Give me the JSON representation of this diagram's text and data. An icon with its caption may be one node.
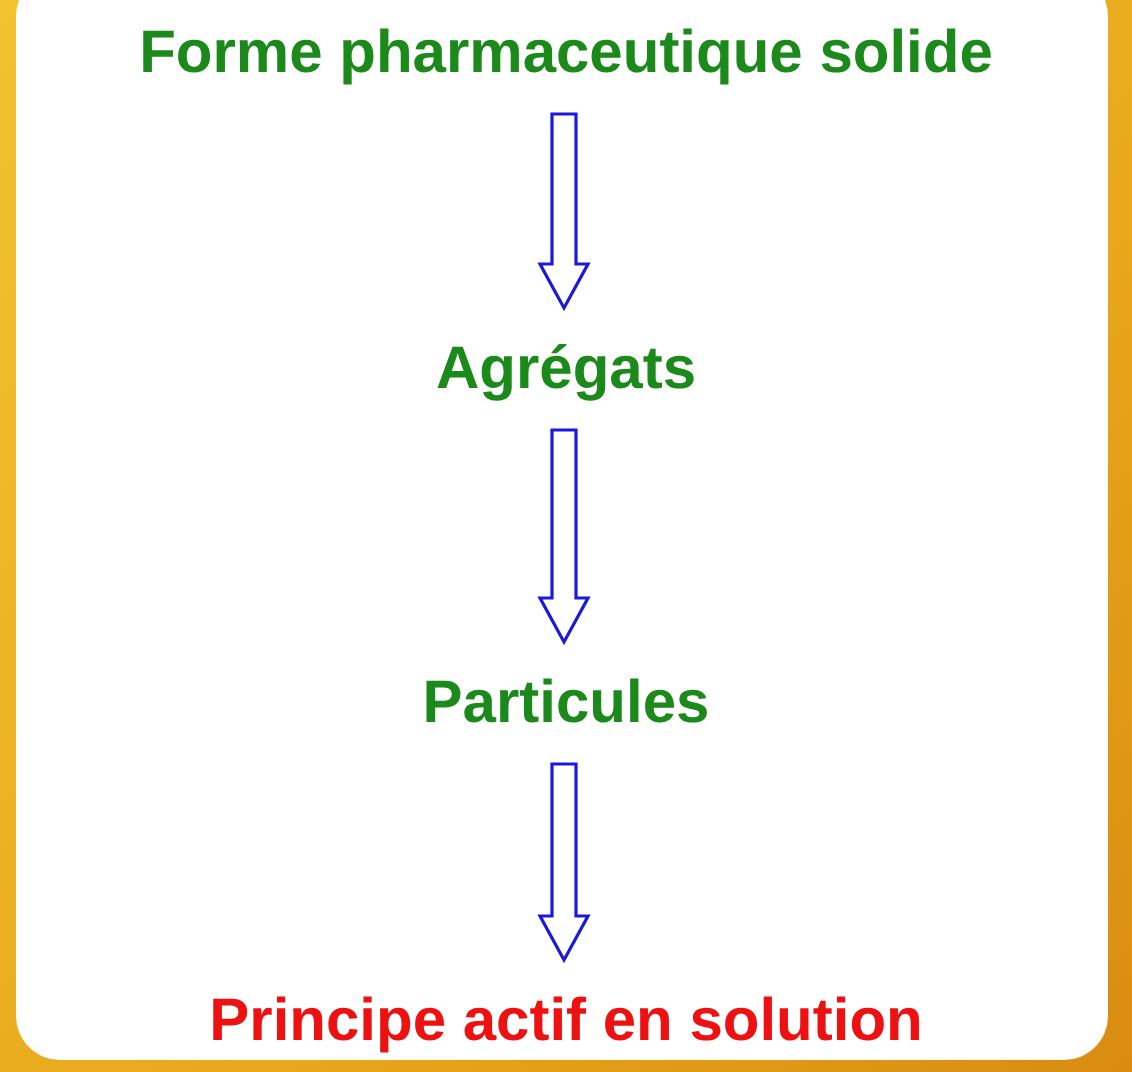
{
  "diagram": {
    "nodes": [
      {
        "text": [
          "Forme pharmaceutique solide"
        ]
      },
      {
        "text": [
          "Agrégats"
        ]
      },
      {
        "text": [
          "Particules"
        ]
      },
      {
        "text": [
          "Principe actif en solution"
        ]
      }
    ],
    "edges": [
      {
        "from": 0,
        "to": 1,
        "arrow": "to"
      },
      {
        "from": 1,
        "to": 2,
        "arrow": "to"
      },
      {
        "from": 2,
        "to": 3,
        "arrow": "to"
      }
    ]
  }
}
